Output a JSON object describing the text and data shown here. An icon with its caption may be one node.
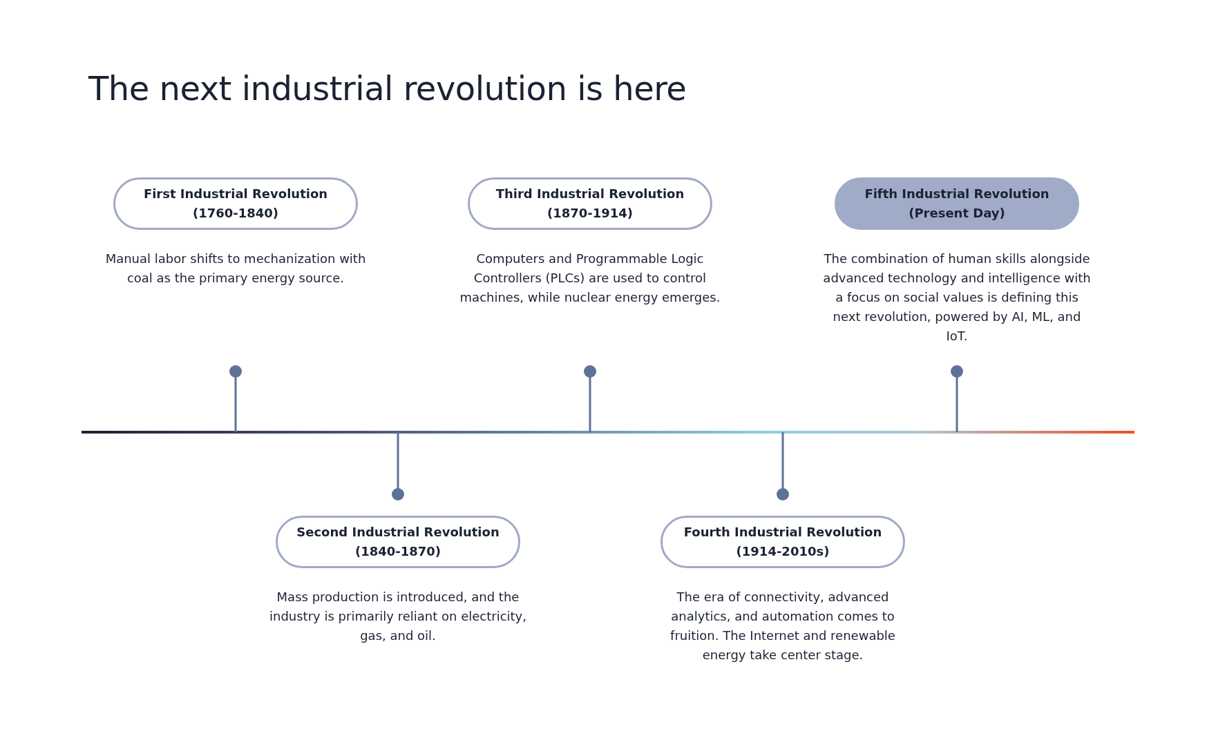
{
  "diagram": {
    "title": "The next industrial revolution is here",
    "nodes": [
      {
        "text": [
          "First Industrial Revolution",
          "(1760-1840)"
        ],
        "beside": [
          "Manual labor shifts to mechanization with coal as the primary energy source."
        ]
      },
      {
        "text": [
          "Second Industrial Revolution",
          "(1840-1870)"
        ],
        "beside": [
          "Mass production is introduced, and the industry is primarily reliant on electricity, gas, and oil."
        ]
      },
      {
        "text": [
          "Third Industrial Revolution",
          "(1870-1914)"
        ],
        "beside": [
          "Computers and Programmable Logic Controllers (PLCs) are used to control machines, while nuclear energy emerges."
        ]
      },
      {
        "text": [
          "Fourth Industrial Revolution",
          "(1914-2010s)"
        ],
        "beside": [
          "The era of connectivity, advanced analytics, and automation comes to fruition. The Internet and renewable energy take center stage."
        ]
      },
      {
        "text": [
          "Fifth Industrial Revolution",
          "(Present Day)"
        ],
        "beside": [
          "The combination of human skills alongside advanced technology and intelligence with a focus on social values is defining this next revolution, powered by AI, ML, and IoT."
        ]
      }
    ],
    "edges": []
  }
}
